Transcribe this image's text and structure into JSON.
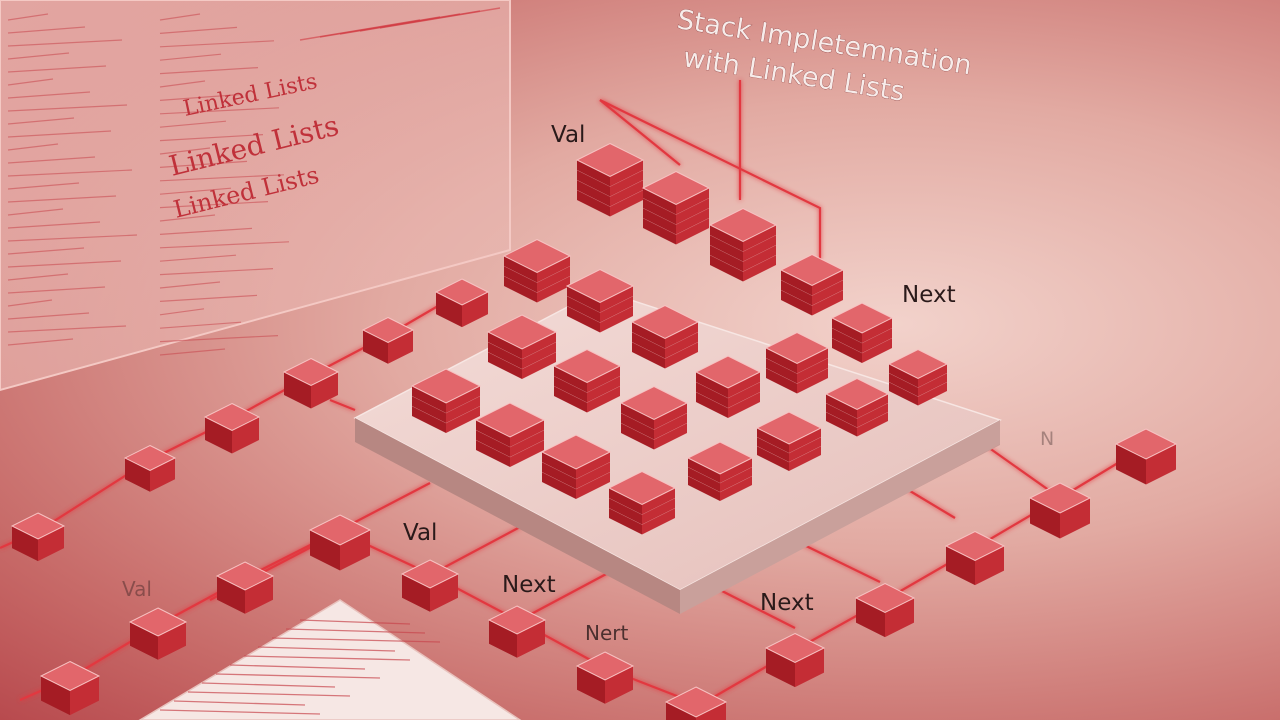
{
  "title_lines": [
    "Stack Impletemnation",
    "with Linked Lists"
  ],
  "panel_lines": [
    "Linked Lists",
    "Linked Lists",
    "Linked Lists"
  ],
  "labels": {
    "val_top": "Val",
    "next_right": "Next",
    "faint_n": "N",
    "val_mid": "Val",
    "val_left": "Val",
    "next_mid": "Next",
    "next_low": "Nert",
    "next_right_low": "Next"
  },
  "colors": {
    "accent": "#d9343c",
    "cube_top": "#e2666b",
    "cube_left": "#a51c24",
    "cube_right": "#c42d35",
    "wire": "#e2383f"
  }
}
